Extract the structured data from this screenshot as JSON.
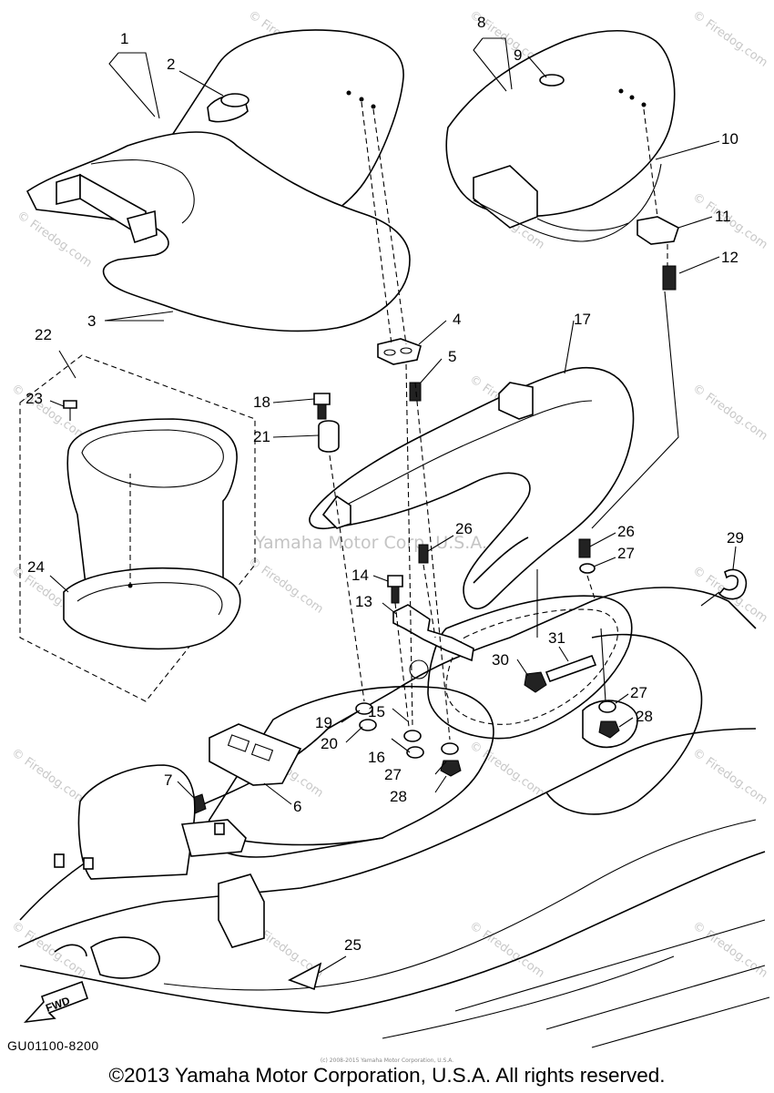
{
  "watermark": {
    "text": "© Firedog.com",
    "center_text": "Yamaha Motor Corp, U.S.A."
  },
  "callouts": [
    "1",
    "2",
    "3",
    "4",
    "5",
    "6",
    "7",
    "8",
    "9",
    "10",
    "11",
    "12",
    "13",
    "14",
    "15",
    "16",
    "17",
    "18",
    "19",
    "20",
    "21",
    "22",
    "23",
    "24",
    "25",
    "26",
    "26",
    "27",
    "27",
    "27",
    "28",
    "28",
    "29",
    "30",
    "31"
  ],
  "fwd_label": "FWD",
  "diagram_code": "GU01100-8200",
  "fine_print": "(c) 2008-2015 Yamaha Motor Corporation, U.S.A.",
  "copyright": "©2013 Yamaha Motor Corporation, U.S.A. All rights reserved."
}
